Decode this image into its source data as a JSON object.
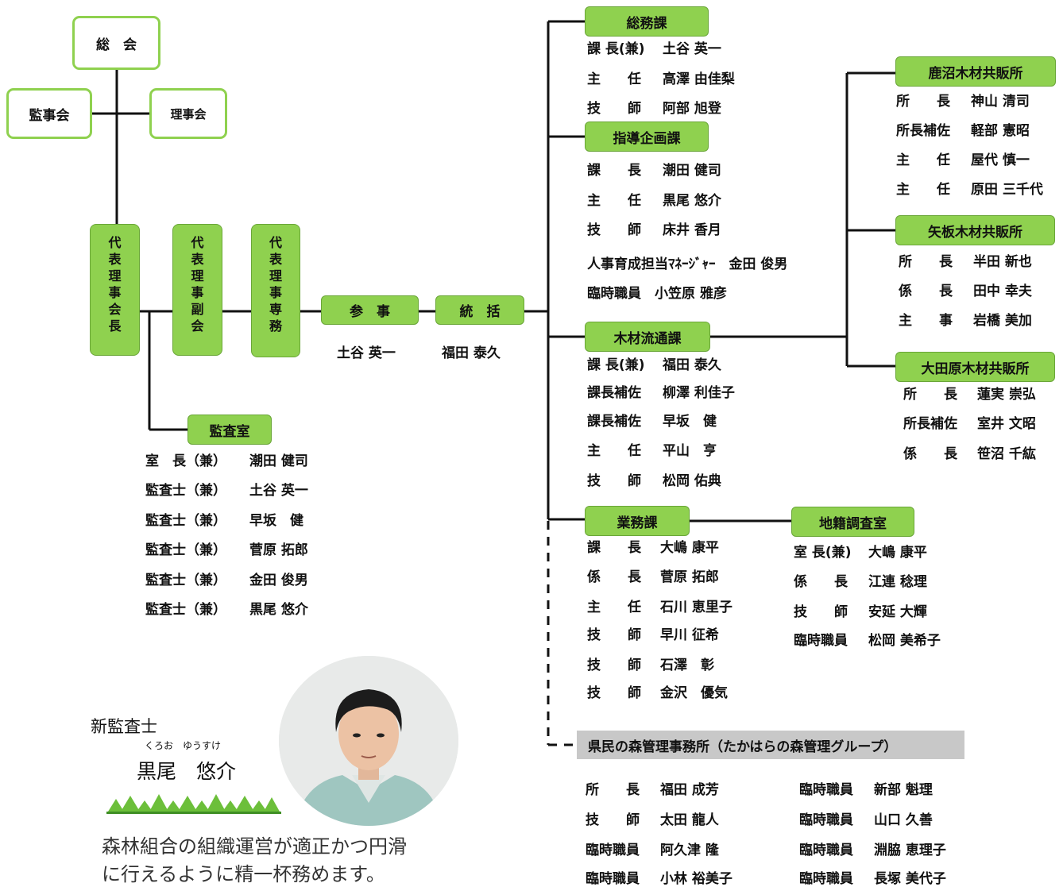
{
  "top": {
    "soukai": "総　会",
    "kanjikai": "監事会",
    "rijikai": "理事会",
    "daihyo1": [
      "代",
      "表",
      "理",
      "事",
      "会",
      "長"
    ],
    "daihyo2": [
      "代",
      "表",
      "理",
      "事",
      "副",
      "会"
    ],
    "daihyo3": [
      "代",
      "表",
      "理",
      "事",
      "専",
      "務"
    ],
    "sanji": "参　事",
    "sanji_name": "土谷 英一",
    "toukatsu": "統　括",
    "toukatsu_name": "福田 泰久"
  },
  "kansa": {
    "title": "監査室",
    "members": [
      {
        "title": "室　長（兼）",
        "name": "潮田 健司"
      },
      {
        "title": "監査士（兼）",
        "name": "土谷 英一"
      },
      {
        "title": "監査士（兼）",
        "name": "早坂　健"
      },
      {
        "title": "監査士（兼）",
        "name": "菅原 拓郎"
      },
      {
        "title": "監査士（兼）",
        "name": "金田 俊男"
      },
      {
        "title": "監査士（兼）",
        "name": "黒尾 悠介"
      }
    ]
  },
  "soumu": {
    "title": "総務課",
    "members": [
      {
        "title": "課 長(兼)",
        "name": "土谷 英一"
      },
      {
        "title": "主　　任",
        "name": "高澤 由佳梨"
      },
      {
        "title": "技　　師",
        "name": "阿部 旭登"
      }
    ]
  },
  "shido": {
    "title": "指導企画課",
    "members": [
      {
        "title": "課　　長",
        "name": "潮田 健司"
      },
      {
        "title": "主　　任",
        "name": "黒尾 悠介"
      },
      {
        "title": "技　　師",
        "name": "床井 香月"
      }
    ],
    "extra": [
      "人事育成担当ﾏﾈｰｼﾞｬｰ　金田 俊男",
      "臨時職員　小笠原 雅彦"
    ]
  },
  "mokuzai": {
    "title": "木材流通課",
    "members": [
      {
        "title": "課 長(兼)",
        "name": "福田 泰久"
      },
      {
        "title": "課長補佐",
        "name": "柳澤 利佳子"
      },
      {
        "title": "課長補佐",
        "name": "早坂　健"
      },
      {
        "title": "主　　任",
        "name": "平山　亨"
      },
      {
        "title": "技　　師",
        "name": "松岡 佑典"
      }
    ]
  },
  "gyomu": {
    "title": "業務課",
    "members": [
      {
        "title": "課　　長",
        "name": "大嶋 康平"
      },
      {
        "title": "係　　長",
        "name": "菅原 拓郎"
      },
      {
        "title": "主　　任",
        "name": "石川 恵里子"
      },
      {
        "title": "技　　師",
        "name": "早川 征希"
      },
      {
        "title": "技　　師",
        "name": "石澤　彰"
      },
      {
        "title": "技　　師",
        "name": "金沢　優気"
      }
    ]
  },
  "chiseki": {
    "title": "地籍調査室",
    "members": [
      {
        "title": "室 長(兼)",
        "name": "大嶋 康平"
      },
      {
        "title": "係　　長",
        "name": "江連 稔理"
      },
      {
        "title": "技　　師",
        "name": "安延 大輝"
      },
      {
        "title": "臨時職員",
        "name": "松岡 美希子"
      }
    ]
  },
  "kanuma": {
    "title": "鹿沼木材共販所",
    "members": [
      {
        "title": "所　　長",
        "name": "神山 清司"
      },
      {
        "title": "所長補佐",
        "name": "軽部 憲昭"
      },
      {
        "title": "主　　任",
        "name": "屋代 慎一"
      },
      {
        "title": "主　　任",
        "name": "原田 三千代"
      }
    ]
  },
  "yaita": {
    "title": "矢板木材共販所",
    "members": [
      {
        "title": "所　　長",
        "name": "半田 新也"
      },
      {
        "title": "係　　長",
        "name": "田中 幸夫"
      },
      {
        "title": "主　　事",
        "name": "岩橋 美加"
      }
    ]
  },
  "otawara": {
    "title": "大田原木材共販所",
    "members": [
      {
        "title": "所　　長",
        "name": "蓮実 崇弘"
      },
      {
        "title": "所長補佐",
        "name": "室井 文昭"
      },
      {
        "title": "係　　長",
        "name": "笹沼 千紘"
      }
    ]
  },
  "kenmin": {
    "title": "県民の森管理事務所（たかはらの森管理グループ）",
    "left": [
      {
        "title": "所　　長",
        "name": "福田 成芳"
      },
      {
        "title": "技　　師",
        "name": "太田 龍人"
      },
      {
        "title": "臨時職員",
        "name": "阿久津 隆"
      },
      {
        "title": "臨時職員",
        "name": "小林 裕美子"
      }
    ],
    "right": [
      {
        "title": "臨時職員",
        "name": "新部 魁理"
      },
      {
        "title": "臨時職員",
        "name": "山口 久善"
      },
      {
        "title": "臨時職員",
        "name": "淵脇 恵理子"
      },
      {
        "title": "臨時職員",
        "name": "長塚 美代子"
      }
    ]
  },
  "intro": {
    "label": "新監査士",
    "ruby": "くろお　ゆうすけ",
    "name": "黒尾　悠介",
    "message1": "森林組合の組織運営が適正かつ円滑",
    "message2": "に行えるように精一杯務めます。"
  },
  "colors": {
    "box_green": "#8fd14f",
    "line": "#111111",
    "group_bar": "#c8c8c8"
  }
}
